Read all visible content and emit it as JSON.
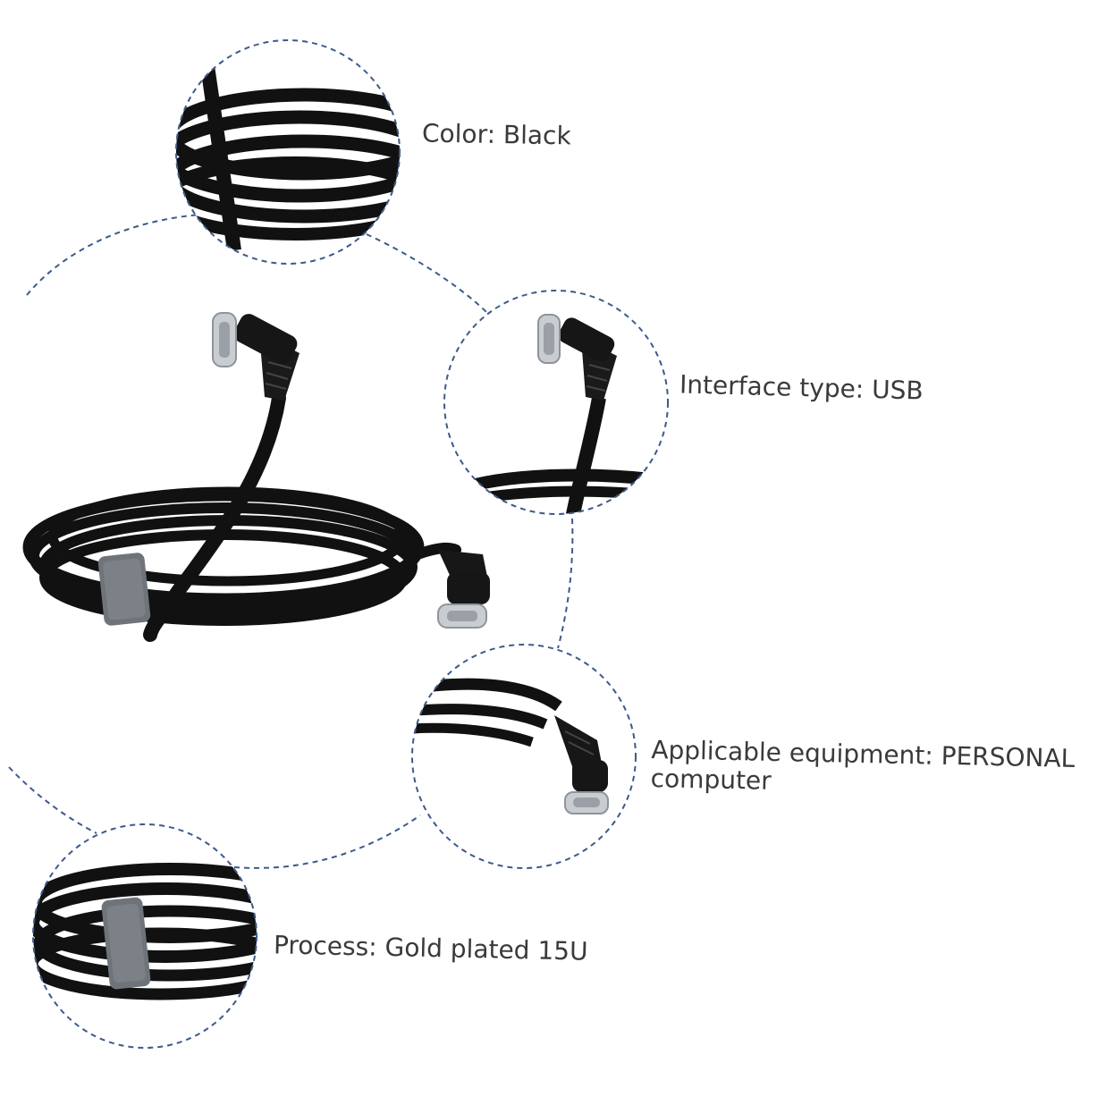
{
  "specs": {
    "color": "Color: Black",
    "interface": "Interface type: USB",
    "equipment_line1": "Applicable equipment: PERSONAL",
    "equipment_line2": "computer",
    "process": "Process: Gold plated 15U"
  },
  "colors": {
    "dash_circle": "#3d5a8a",
    "cable": "#111111",
    "connector": "#c9cdd2",
    "strap": "#6e747a",
    "text": "#3a3a3a"
  },
  "icons": {
    "main_product": "usb-c-cable-coil-icon",
    "detail_coil": "cable-coil-icon",
    "detail_connector": "usb-c-connector-icon",
    "detail_right_angle": "right-angle-connector-icon",
    "detail_strap": "velcro-strap-icon"
  }
}
